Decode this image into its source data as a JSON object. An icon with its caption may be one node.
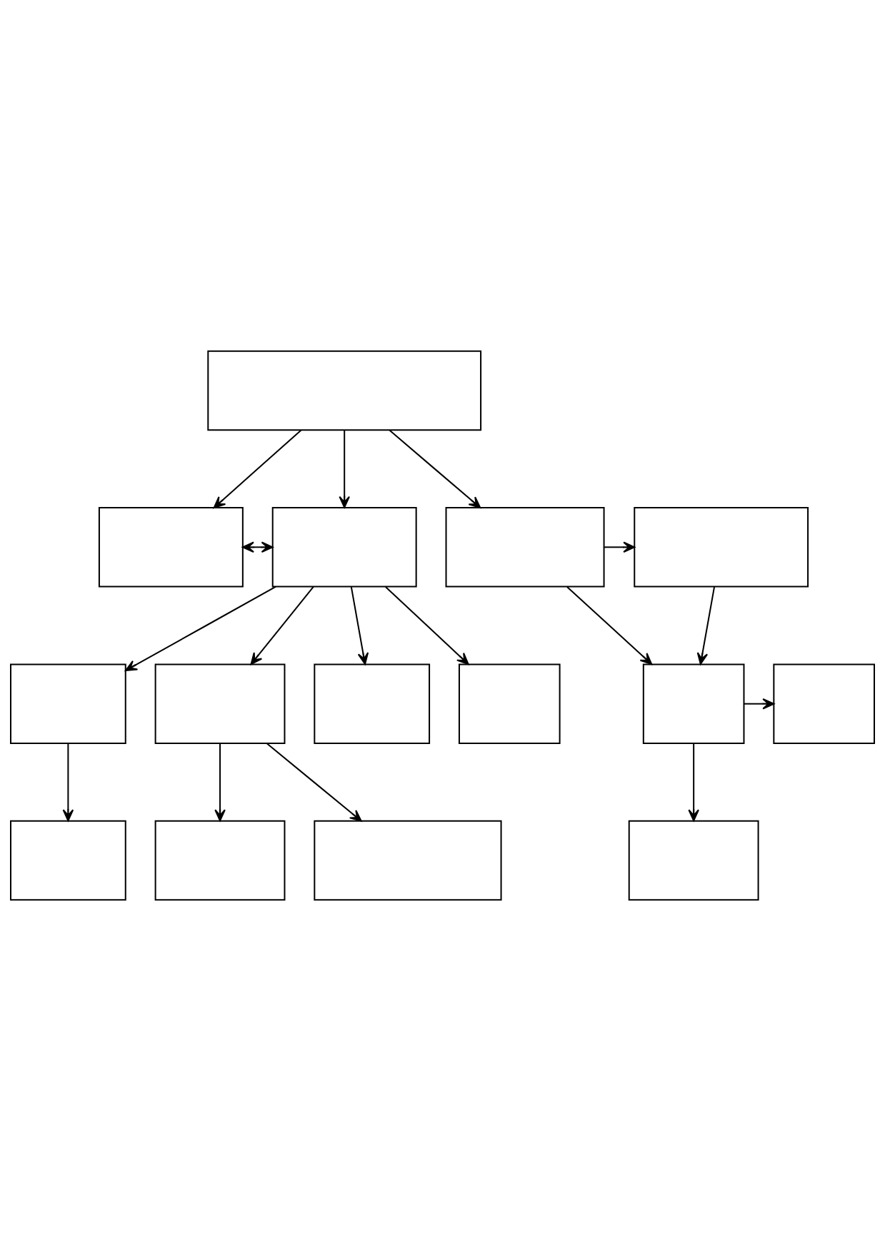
{
  "diagram": {
    "nodes": [
      {
        "text": [],
        "shape": "box"
      },
      {
        "text": [],
        "shape": "box"
      },
      {
        "text": [],
        "shape": "box"
      },
      {
        "text": [],
        "shape": "box"
      },
      {
        "text": [],
        "shape": "box"
      },
      {
        "text": [],
        "shape": "box"
      },
      {
        "text": [],
        "shape": "box"
      },
      {
        "text": [],
        "shape": "box"
      },
      {
        "text": [],
        "shape": "box"
      },
      {
        "text": [],
        "shape": "box"
      },
      {
        "text": [],
        "shape": "box"
      },
      {
        "text": [],
        "shape": "box"
      },
      {
        "text": [],
        "shape": "box"
      },
      {
        "text": [],
        "shape": "box"
      },
      {
        "text": [],
        "shape": "box"
      }
    ],
    "edges": [
      {
        "from": 0,
        "to": 1,
        "arrow": "to"
      },
      {
        "from": 0,
        "to": 2,
        "arrow": "to"
      },
      {
        "from": 0,
        "to": 3,
        "arrow": "to"
      },
      {
        "from": 1,
        "to": 2,
        "arrow": "both"
      },
      {
        "from": 3,
        "to": 4,
        "arrow": "to"
      },
      {
        "from": 2,
        "to": 5,
        "arrow": "to"
      },
      {
        "from": 2,
        "to": 6,
        "arrow": "to"
      },
      {
        "from": 2,
        "to": 7,
        "arrow": "to"
      },
      {
        "from": 2,
        "to": 8,
        "arrow": "to"
      },
      {
        "from": 3,
        "to": 9,
        "arrow": "to"
      },
      {
        "from": 4,
        "to": 9,
        "arrow": "to"
      },
      {
        "from": 9,
        "to": 10,
        "arrow": "to"
      },
      {
        "from": 5,
        "to": 11,
        "arrow": "to"
      },
      {
        "from": 6,
        "to": 12,
        "arrow": "to"
      },
      {
        "from": 6,
        "to": 13,
        "arrow": "to"
      },
      {
        "from": 9,
        "to": 14,
        "arrow": "to"
      }
    ]
  }
}
